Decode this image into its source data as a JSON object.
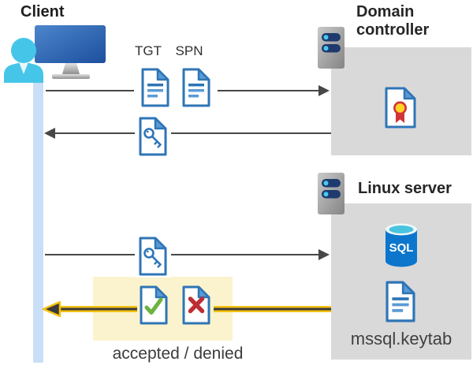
{
  "diagram": {
    "client": {
      "label": "Client"
    },
    "tickets": {
      "tgt_label": "TGT",
      "spn_label": "SPN"
    },
    "domain_controller": {
      "label": "Domain controller"
    },
    "linux_server": {
      "label": "Linux server",
      "database_label": "SQL",
      "keytab_filename": "mssql.keytab"
    },
    "result": {
      "caption": "accepted / denied"
    },
    "icons": {
      "client": "person-at-monitor-icon",
      "domain_controller": "server-icon",
      "linux_server": "server-icon",
      "tgt": "document-icon",
      "spn": "document-icon",
      "session_key": "key-document-icon",
      "service_key": "key-document-icon",
      "certificate": "certificate-document-icon",
      "database": "sql-database-icon",
      "keytab": "document-icon",
      "accepted": "check-document-icon",
      "denied": "x-document-icon",
      "result_arrow": "highlighted-arrow-left-icon"
    },
    "colors": {
      "document_blue": "#2E75B6",
      "fold_blue": "#5B9BD5",
      "person_cyan": "#45C6E8",
      "box_gray": "#D9D9D9",
      "server_navy": "#1E3A6E",
      "lifeline_blue": "#C9DEF7",
      "arrow_gray": "#474747",
      "highlight_yellow": "#FBF3CD",
      "result_arrow_yellow": "#F5C211",
      "accepted_green": "#6CB33F",
      "denied_red": "#BE2E33",
      "sql_blue": "#0B76CC",
      "certificate_red": "#D13438",
      "certificate_yellow": "#FFD426",
      "text_dark": "#262626"
    }
  }
}
